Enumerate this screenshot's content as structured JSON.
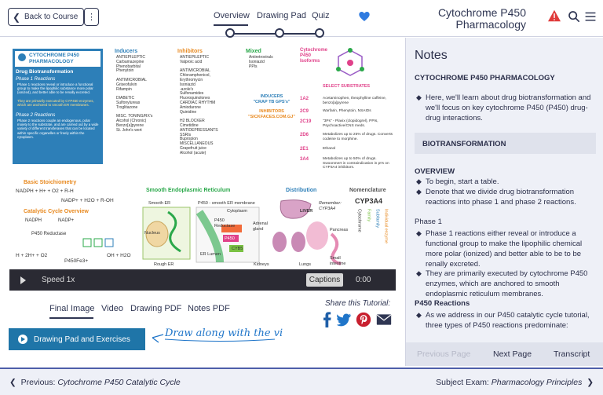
{
  "header": {
    "back_label": "Back to Course",
    "more_label": "⋮",
    "tabs": {
      "overview": "Overview",
      "drawing_pad": "Drawing Pad",
      "quiz": "Quiz"
    },
    "title_line1": "Cytochrome P450",
    "title_line2": "Pharmacology"
  },
  "sheet": {
    "box_title1": "CYTOCHROME P450",
    "box_title2": "PHARMACOLOGY",
    "drug_bio": "Drug Biotransformation",
    "phase1": "Phase 1 Reactions",
    "phase1_text": "Phase 1 reactions reveal or introduce a functional group to make the lipophilic substance more polar (ionized), and better able to be renally excreted.",
    "phase1_text2": "They are primarily executed by CYP450 enzymes, which are anchored to smooth ER membranes.",
    "phase2": "Phase 2 Reactions",
    "phase2_text": "Phase 2 reactions couple an endogenous, polar moiety to the substrate, and are carried out by a wide variety of different transferases that can be located within specific organelles or freely within the cytoplasm.",
    "inducers": "Inducers",
    "inhibitors": "Inhibitors",
    "mixed": "Mixed",
    "isoforms": "Cytochrome P450 Isoforms",
    "inducers_list": "ANTIEPILEPTIC\nCarbamazepine\nPhenobarbital\nPhenytoin\n\nANTIMICROBIAL\nGriseofulvin\nRifampin\n\nDIABETIC\nSulfonylureas\nTroglitazone\n\nMISC. TONING/RX's\nAlcohol (Chronic)\nBenzo[a]pyrene\nSt. John's wort",
    "inhibitors_list": "ANTIEPILEPTIC\nValproic acid\n\nANTIMICROBIAL\nChloramphenicol,\nErythromycin\nIsoniazid\n-azole's\nSulfonamides\nFluoroquinolones\nCARDIAC RHYTHM\nAmiodarone\nQuinidine\n\nH2 BLOCKER\nCimetidine\nANTIDEPRESSANTS\nSSRIs\nBupropion\nMISCELLANEOUS\nGrapefruit juice\nAlcohol (acute)",
    "mixed_list": "Antiretrovirals\nIsoniazid\nPPIs",
    "crap_gps": "INDUCERS\n\"CRAP TB GPS's\"",
    "sick_faces": "INHIBITORS\n\"SICKFACES.COM.GJ\"",
    "select_substrates": "SELECT SUBSTRATES",
    "iso_rows": [
      {
        "iso": "1A2",
        "text": "Acetaminophen, theophylline caffeine, benzo[a]pyrene"
      },
      {
        "iso": "2C9",
        "text": "Warfarin, Phenytoin, NSAIDs"
      },
      {
        "iso": "2C19",
        "text": "\"3Ps\" - Plavix (clopidogrel), PPIs, Psychoactive/CNS meds."
      },
      {
        "iso": "2D6",
        "text": "Metabolizes up to 25% of drugs. Converts codeine to morphine."
      },
      {
        "iso": "2E1",
        "text": "Ethanol"
      },
      {
        "iso": "3A4",
        "text": "Metabolizes up to 50% of drugs. Swoonmert in contraindication in pt's on CYP3A4 inhibitors."
      }
    ],
    "stoich": "Basic Stoichiometry",
    "stoich_eq1": "NADPH + H+ + O2 + R-H",
    "stoich_eq2": "NADP+ + H2O + R-OH",
    "cycle": "Catalytic Cycle Overview",
    "cycle_nadph": "NADPH",
    "cycle_nadp": "NADP+",
    "reductase": "P450 Reductase",
    "cycle_eq": "H + 2H+ + O2",
    "p450fe": "P450Fe3+",
    "cycle_out": "OH + H2O",
    "ser": "Smooth Endoplasmic Reticulum",
    "ser_labels": [
      "Smooth ER",
      "P450 - smooth ER membrane",
      "Cytoplasm",
      "Nucleus",
      "P450 Reductase",
      "P450",
      "CYB5",
      "ER Lumen",
      "Rough ER"
    ],
    "distribution": "Distribution",
    "dist_labels": [
      "Adrenal gland",
      "LIVER",
      "Kidneys",
      "Lungs",
      "Small intestine",
      "Pancreas"
    ],
    "nomenclature": "Nomenclature",
    "nomen_code": "CYP3A4",
    "nomen_labels": [
      "Cytochrome",
      "Family",
      "Subfamily",
      "Individual enzyme"
    ],
    "remember": "Remember: CYP3A4"
  },
  "video": {
    "speed": "Speed 1x",
    "captions": "Captions",
    "time": "0:00"
  },
  "media_tabs": {
    "final": "Final Image",
    "video": "Video",
    "pdf": "Drawing PDF",
    "notes": "Notes PDF"
  },
  "share_label": "Share this Tutorial:",
  "draw_button": "Drawing Pad and Exercises",
  "draw_along": "Draw along with the video",
  "notes": {
    "title": "Notes",
    "heading": "CYTOCHROME P450 PHARMACOLOGY",
    "intro": "Here, we'll learn about drug biotransformation and we'll focus on key cytochrome P450 (P450) drug-drug interactions.",
    "bt": "BIOTRANSFORMATION",
    "overview_head": "OVERVIEW",
    "ov1": "To begin, start a table.",
    "ov2": "Denote that we divide drug biotransformation reactions into phase 1 and phase 2 reactions.",
    "phase1_head": "Phase 1",
    "p1a": "Phase 1 reactions either reveal or introduce a functional group to make the lipophilic chemical more polar (ionized) and better able to be to be renally excreted.",
    "p1b": "They are primarily executed by cytochrome P450 enzymes, which are anchored to smooth endoplasmic reticulum membranes.",
    "p450_head": "P450 Reactions",
    "p450a": "As we address in our P450 catalytic cycle tutorial, three types of P450 reactions predominate:",
    "prev_page": "Previous Page",
    "next_page": "Next Page",
    "transcript": "Transcript"
  },
  "footer": {
    "prev_prefix": "Previous: ",
    "prev_title": "Cytochrome P450 Catalytic Cycle",
    "next_prefix": "Subject Exam: ",
    "next_title": "Pharmacology Principles"
  },
  "colors": {
    "accent": "#1f75a8",
    "nav": "#2f3653",
    "heart": "#2f7be0",
    "warning": "#e03a3a",
    "bottom_border": "#4d5ea9"
  },
  "icons": {
    "back": "chevron-left-icon",
    "heart": "heart-icon",
    "warning": "warning-icon",
    "search": "search-icon",
    "menu": "menu-icon"
  }
}
